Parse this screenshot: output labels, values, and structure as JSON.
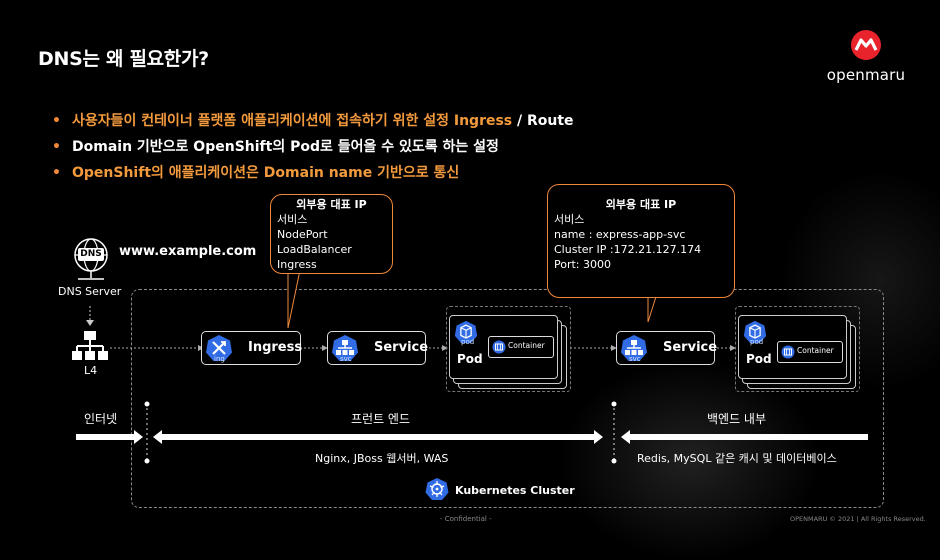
{
  "title": "DNS는 왜 필요한가?",
  "logo": {
    "text": "openmaru"
  },
  "bullets": [
    {
      "text": "사용자들이 컨테이너 플랫폼 애플리케이션에 접속하기 위한 설정 Ingress",
      "suffix": " / Route",
      "color": "orange"
    },
    {
      "text": "Domain 기반으로 OpenShift의 Pod로 들어올 수 있도록 하는 설정",
      "suffix": "",
      "color": "white"
    },
    {
      "text": "OpenShift의 애플리케이션은 Domain name 기반으로 통신",
      "suffix": "",
      "color": "orange"
    }
  ],
  "dns": {
    "icon_text": "DNS",
    "label": "DNS Server",
    "domain": "www.example.com"
  },
  "l4": {
    "label": "L4"
  },
  "callout_left": {
    "title": "외부용 대표 IP",
    "lines": [
      "서비스",
      "NodePort",
      "LoadBalancer",
      "Ingress"
    ]
  },
  "callout_right": {
    "title": "외부용 대표 IP",
    "lines": [
      "서비스",
      "name : express-app-svc",
      "Cluster IP :172.21.127.174",
      "Port: 3000"
    ]
  },
  "nodes": {
    "ingress": {
      "label": "Ingress",
      "icon_sub": "ing"
    },
    "service1": {
      "label": "Service",
      "icon_sub": "svc"
    },
    "service2": {
      "label": "Service",
      "icon_sub": "svc"
    }
  },
  "pods": {
    "pod1": {
      "label": "Pod",
      "icon_sub": "pod",
      "container": "Container"
    },
    "pod2": {
      "label": "Pod",
      "icon_sub": "pod",
      "container": "Container"
    }
  },
  "zones": {
    "internet": "인터넷",
    "frontend": "프런트 엔드",
    "backend": "백엔드 내부",
    "frontend_desc": "Nginx, JBoss 웹서버, WAS",
    "backend_desc": "Redis, MySQL 같은 캐시 및  데이터베이스"
  },
  "cluster": {
    "label": "Kubernetes Cluster"
  },
  "footer": {
    "confidential": "- Confidential -",
    "copyright": "OPENMARU © 2021 | All Rights Reserved."
  },
  "colors": {
    "accent": "#f39a3d",
    "k8s_blue": "#326ce5",
    "logo_red": "#e8232b"
  }
}
